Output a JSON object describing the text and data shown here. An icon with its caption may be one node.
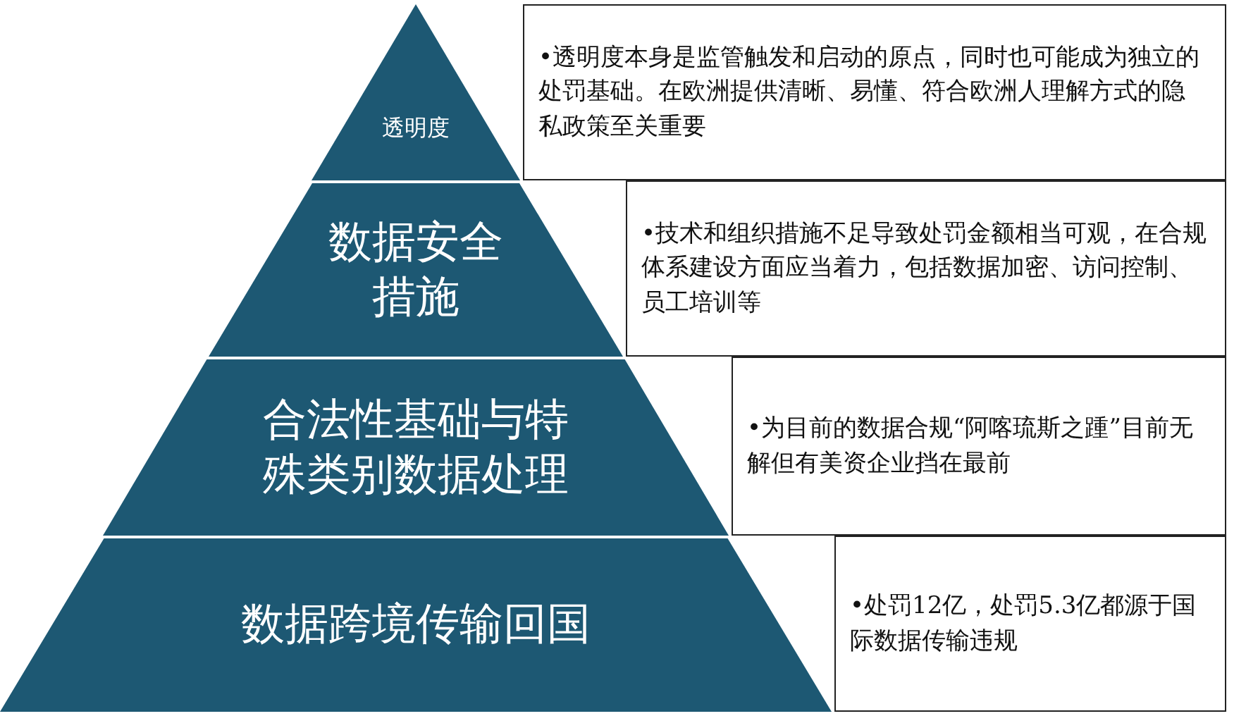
{
  "diagram": {
    "nodes": [
      {
        "text": [
          "透明度"
        ]
      },
      {
        "text": [
          "•透明度本身是监管触发和启动的原点，同时也可能成为独立的处罚基础。在欧洲提供清晰、易懂、符合欧洲人理解方式的隐私政策至关重要"
        ]
      },
      {
        "text": [
          "数据安全措施"
        ]
      },
      {
        "text": [
          "•技术和组织措施不足导致处罚金额相当可观，在合规体系建设方面应当着力，包括数据加密、访问控制、员工培训等"
        ]
      },
      {
        "text": [
          "合法性基础与特殊类别数据处理"
        ]
      },
      {
        "text": [
          "•为目前的数据合规“阿喀琉斯之踵”目前无解但有美资企业挡在最前"
        ]
      },
      {
        "text": [
          "数据跨境传输回国"
        ]
      },
      {
        "text": [
          "•处罚12亿，处罚5.3亿都源于国际数据传输违规"
        ]
      }
    ]
  }
}
